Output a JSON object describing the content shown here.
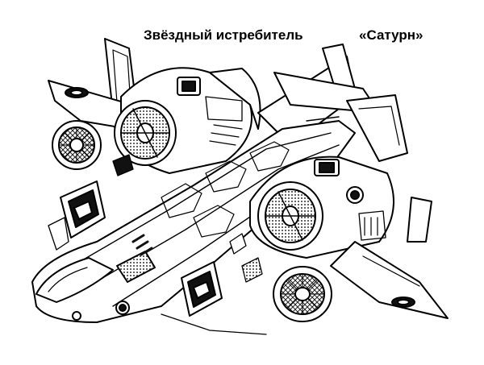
{
  "page": {
    "title_left": "Звёздный истребитель",
    "title_right": "«Сатурн»"
  },
  "colors": {
    "line": "#000000",
    "paper": "#ffffff",
    "fill_dark": "#111111",
    "mesh": "#333333"
  },
  "illustration": {
    "subject": "starfighter-line-art",
    "style": "coloring-page"
  }
}
